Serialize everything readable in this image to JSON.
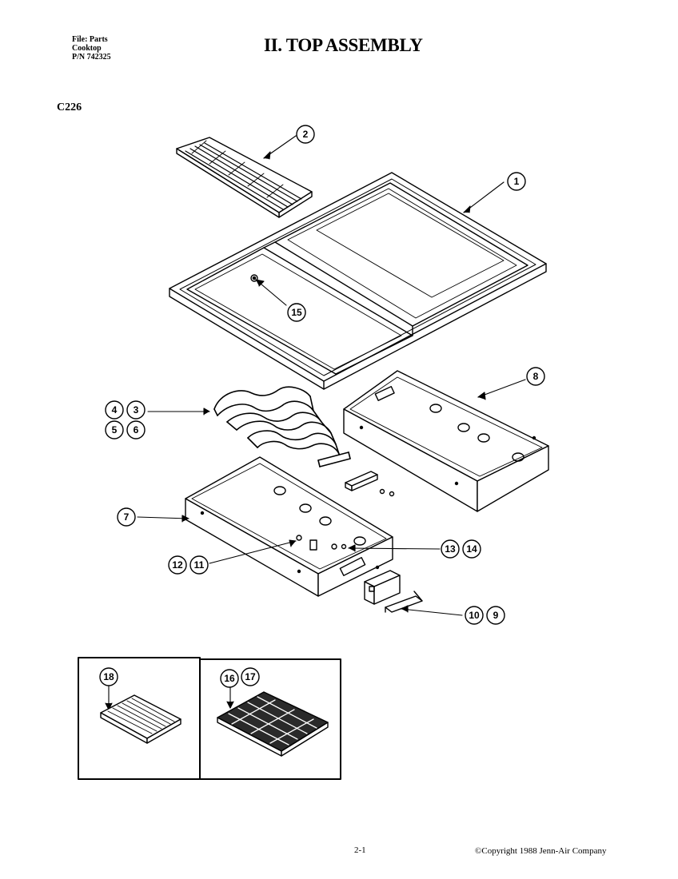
{
  "file_info": {
    "line1": "File: Parts",
    "line2": "Cooktop",
    "line3": "P/N 742325"
  },
  "title": "II.  TOP ASSEMBLY",
  "model": "C226",
  "callouts": {
    "c1": "1",
    "c2": "2",
    "c3": "3",
    "c4": "4",
    "c5": "5",
    "c6": "6",
    "c7": "7",
    "c8": "8",
    "c9": "9",
    "c10": "10",
    "c11": "11",
    "c12": "12",
    "c13": "13",
    "c14": "14",
    "c15": "15",
    "c16": "16",
    "c17": "17",
    "c18": "18"
  },
  "footer": {
    "page_number": "2-1",
    "copyright": "©Copyright 1988 Jenn-Air Company"
  }
}
